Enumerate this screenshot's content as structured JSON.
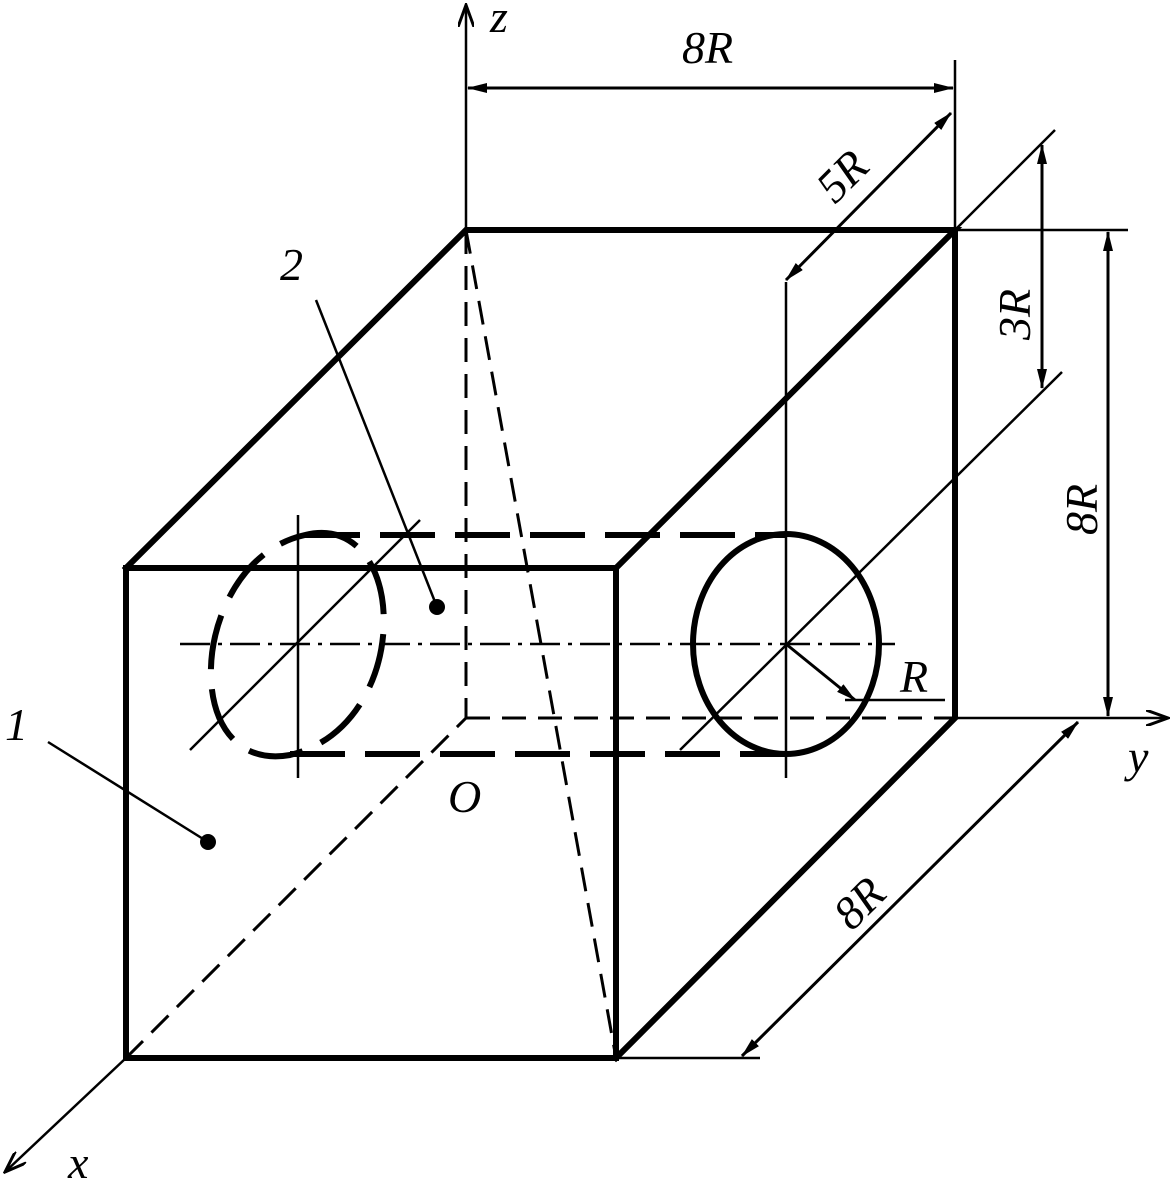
{
  "figure": {
    "axes": {
      "z": "z",
      "y": "y",
      "x": "x",
      "origin": "O"
    },
    "dimensions": {
      "top_width": "8R",
      "depth_top": "5R",
      "hole_height": "3R",
      "total_height": "8R",
      "bottom_depth": "8R",
      "hole_radius": "R"
    },
    "parts": {
      "part1": "1",
      "part2": "2"
    }
  }
}
